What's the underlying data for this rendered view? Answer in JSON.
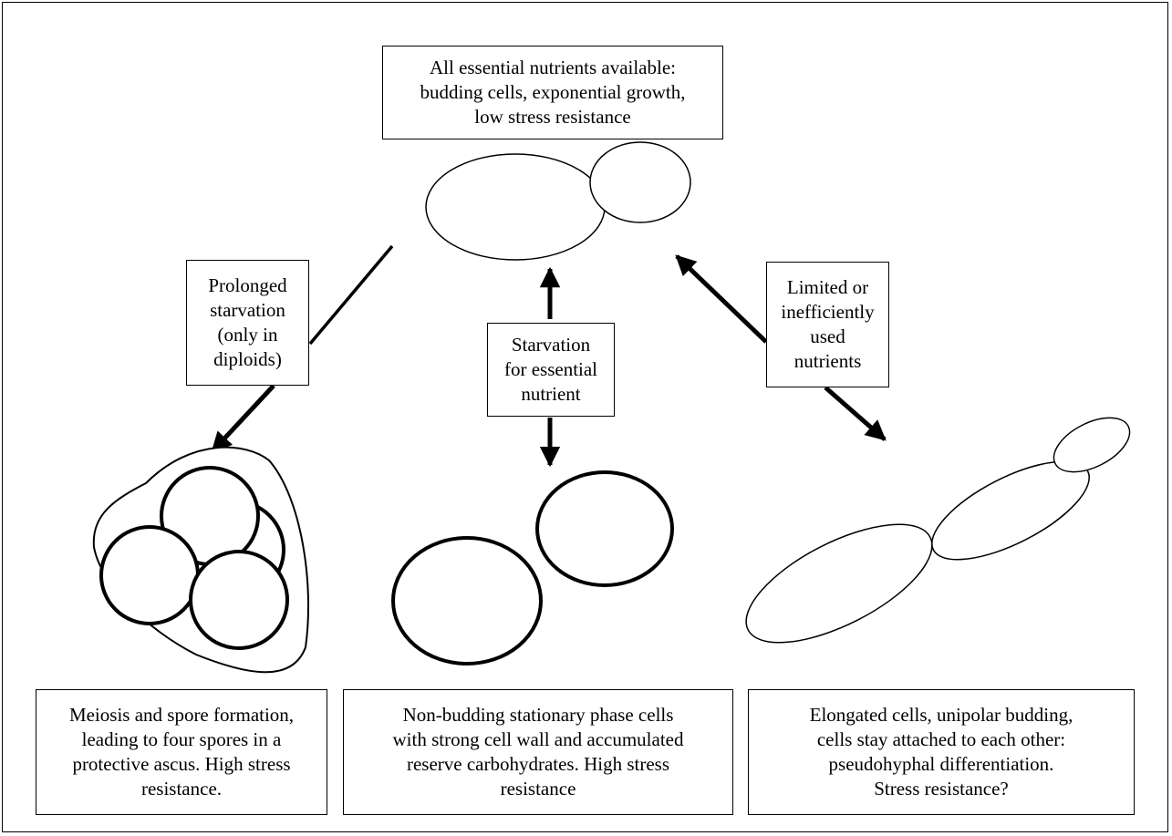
{
  "diagram": {
    "top_box": "All essential nutrients available:\nbudding cells, exponential growth,\nlow stress resistance",
    "left_label": "Prolonged\nstarvation\n(only in\ndiploids)",
    "center_label": "Starvation\nfor essential\nnutrient",
    "right_label": "Limited or\ninefficiently\nused\nnutrients",
    "bottom_left": "Meiosis and spore formation,\nleading to four spores in a\nprotective ascus. High stress\nresistance.",
    "bottom_center": "Non-budding stationary phase cells\nwith strong cell wall and accumulated\nreserve carbohydrates. High stress\nresistance",
    "bottom_right": "Elongated cells, unipolar budding,\ncells stay attached to each other:\npseudohyphal differentiation.\nStress resistance?"
  }
}
